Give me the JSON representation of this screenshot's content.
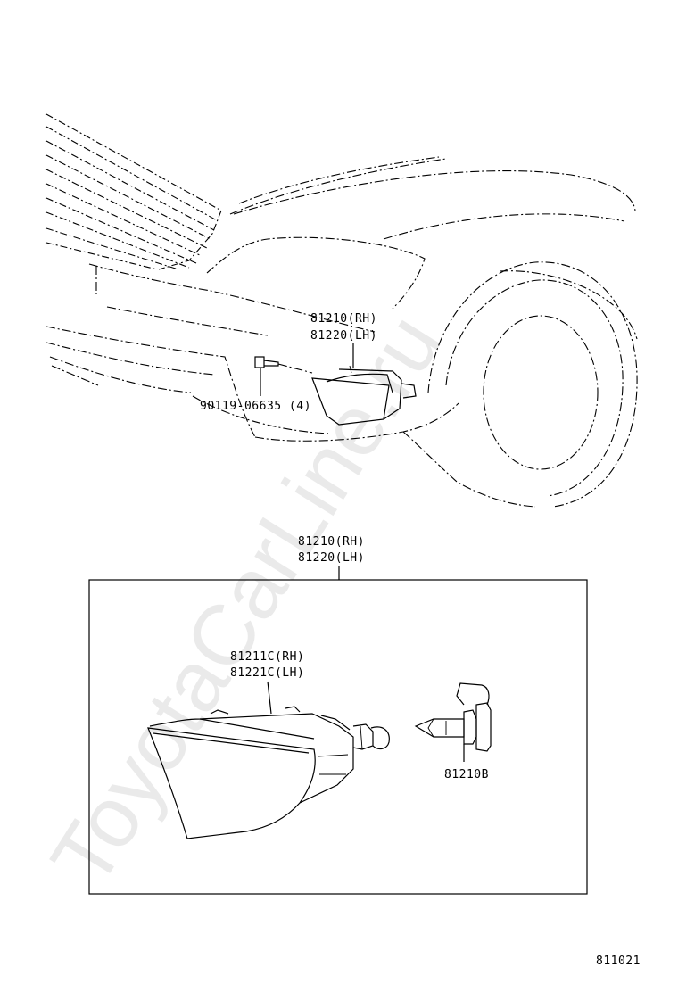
{
  "watermark": "ToyotaCarLine.ru",
  "top_view": {
    "lamp_rh": "81210(RH)",
    "lamp_lh": "81220(LH)",
    "screw": "90119-06635 (4)"
  },
  "detail": {
    "assembly_rh": "81210(RH)",
    "assembly_lh": "81220(LH)",
    "unit_rh": "81211C(RH)",
    "unit_lh": "81221C(LH)",
    "bulb": "81210B"
  },
  "figure_number": "811021"
}
